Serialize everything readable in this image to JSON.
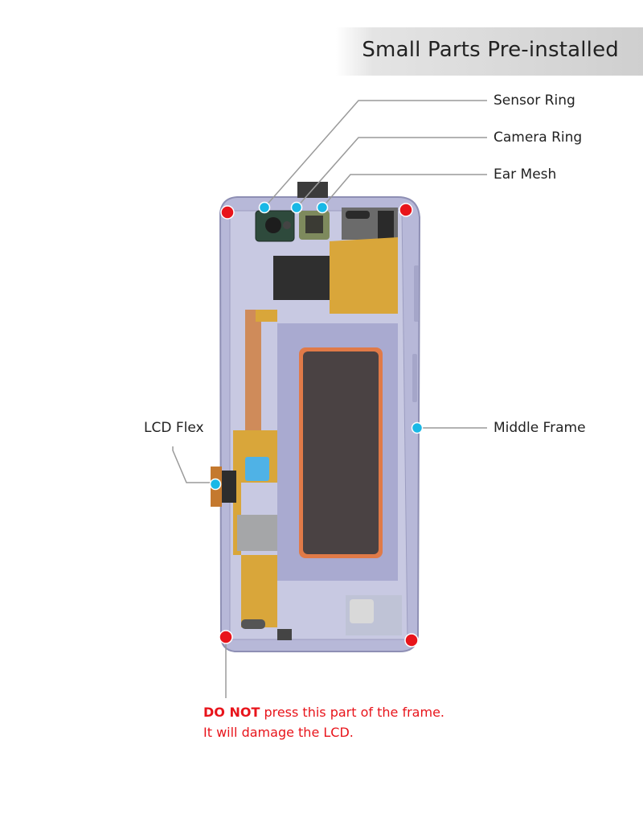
{
  "banner": {
    "title": "Small Parts Pre-installed"
  },
  "callouts": {
    "sensor_ring": "Sensor Ring",
    "camera_ring": "Camera Ring",
    "ear_mesh": "Ear Mesh",
    "lcd_flex": "LCD Flex",
    "middle_frame": "Middle Frame"
  },
  "warning": {
    "emphasis": "DO NOT",
    "line1_rest": " press this part of the frame.",
    "line2": "It will damage the LCD."
  },
  "colors": {
    "warning_red": "#e8141b",
    "callout_cyan": "#19b8e6",
    "frame_lavender": "#b7b8d8",
    "display_dark": "#4a4243",
    "flex_gold": "#d9a63a"
  }
}
